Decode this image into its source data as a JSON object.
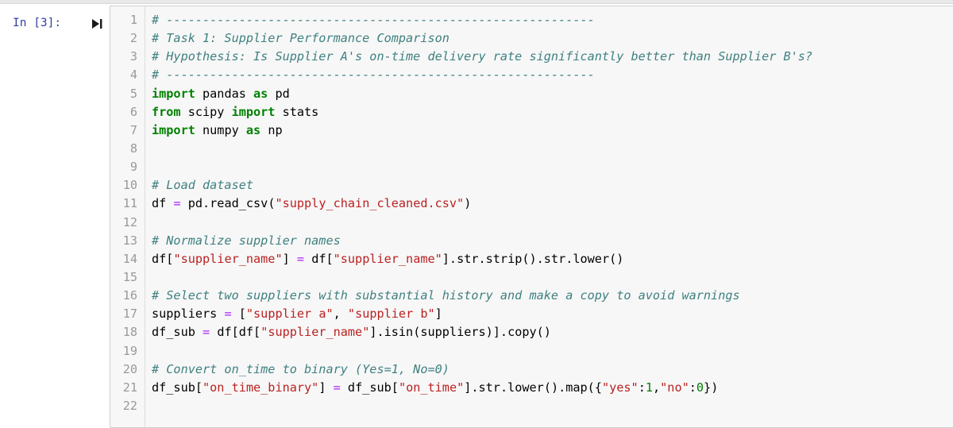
{
  "cell": {
    "prompt": "In [3]:",
    "run_icon": "run-step-icon"
  },
  "code_lines": [
    {
      "n": "1",
      "tokens": [
        {
          "t": "# -----------------------------------------------------------",
          "c": "comment"
        }
      ]
    },
    {
      "n": "2",
      "tokens": [
        {
          "t": "# Task 1: Supplier Performance Comparison",
          "c": "comment"
        }
      ]
    },
    {
      "n": "3",
      "tokens": [
        {
          "t": "# Hypothesis: Is Supplier A's on-time delivery rate significantly better than Supplier B's?",
          "c": "comment"
        }
      ]
    },
    {
      "n": "4",
      "tokens": [
        {
          "t": "# -----------------------------------------------------------",
          "c": "comment"
        }
      ]
    },
    {
      "n": "5",
      "tokens": [
        {
          "t": "import",
          "c": "kw"
        },
        {
          "t": " pandas ",
          "c": ""
        },
        {
          "t": "as",
          "c": "kw"
        },
        {
          "t": " pd",
          "c": ""
        }
      ]
    },
    {
      "n": "6",
      "tokens": [
        {
          "t": "from",
          "c": "kw"
        },
        {
          "t": " scipy ",
          "c": ""
        },
        {
          "t": "import",
          "c": "kw"
        },
        {
          "t": " stats",
          "c": ""
        }
      ]
    },
    {
      "n": "7",
      "tokens": [
        {
          "t": "import",
          "c": "kw"
        },
        {
          "t": " numpy ",
          "c": ""
        },
        {
          "t": "as",
          "c": "kw"
        },
        {
          "t": " np",
          "c": ""
        }
      ]
    },
    {
      "n": "8",
      "tokens": []
    },
    {
      "n": "9",
      "tokens": []
    },
    {
      "n": "10",
      "tokens": [
        {
          "t": "# Load dataset",
          "c": "comment"
        }
      ]
    },
    {
      "n": "11",
      "tokens": [
        {
          "t": "df ",
          "c": ""
        },
        {
          "t": "=",
          "c": "op"
        },
        {
          "t": " pd.read_csv(",
          "c": ""
        },
        {
          "t": "\"supply_chain_cleaned.csv\"",
          "c": "str"
        },
        {
          "t": ")",
          "c": ""
        }
      ]
    },
    {
      "n": "12",
      "tokens": []
    },
    {
      "n": "13",
      "tokens": [
        {
          "t": "# Normalize supplier names",
          "c": "comment"
        }
      ]
    },
    {
      "n": "14",
      "tokens": [
        {
          "t": "df[",
          "c": ""
        },
        {
          "t": "\"supplier_name\"",
          "c": "str"
        },
        {
          "t": "] ",
          "c": ""
        },
        {
          "t": "=",
          "c": "op"
        },
        {
          "t": " df[",
          "c": ""
        },
        {
          "t": "\"supplier_name\"",
          "c": "str"
        },
        {
          "t": "].str.strip().str.lower()",
          "c": ""
        }
      ]
    },
    {
      "n": "15",
      "tokens": []
    },
    {
      "n": "16",
      "tokens": [
        {
          "t": "# Select two suppliers with substantial history and make a copy to avoid warnings",
          "c": "comment"
        }
      ]
    },
    {
      "n": "17",
      "tokens": [
        {
          "t": "suppliers ",
          "c": ""
        },
        {
          "t": "=",
          "c": "op"
        },
        {
          "t": " [",
          "c": ""
        },
        {
          "t": "\"supplier a\"",
          "c": "str"
        },
        {
          "t": ", ",
          "c": ""
        },
        {
          "t": "\"supplier b\"",
          "c": "str"
        },
        {
          "t": "]",
          "c": ""
        }
      ]
    },
    {
      "n": "18",
      "tokens": [
        {
          "t": "df_sub ",
          "c": ""
        },
        {
          "t": "=",
          "c": "op"
        },
        {
          "t": " df[df[",
          "c": ""
        },
        {
          "t": "\"supplier_name\"",
          "c": "str"
        },
        {
          "t": "].isin(suppliers)].copy()",
          "c": ""
        }
      ]
    },
    {
      "n": "19",
      "tokens": []
    },
    {
      "n": "20",
      "tokens": [
        {
          "t": "# Convert on_time to binary (Yes=1, No=0)",
          "c": "comment"
        }
      ]
    },
    {
      "n": "21",
      "tokens": [
        {
          "t": "df_sub[",
          "c": ""
        },
        {
          "t": "\"on_time_binary\"",
          "c": "str"
        },
        {
          "t": "] ",
          "c": ""
        },
        {
          "t": "=",
          "c": "op"
        },
        {
          "t": " df_sub[",
          "c": ""
        },
        {
          "t": "\"on_time\"",
          "c": "str"
        },
        {
          "t": "].str.lower().map({",
          "c": ""
        },
        {
          "t": "\"yes\"",
          "c": "str"
        },
        {
          "t": ":",
          "c": ""
        },
        {
          "t": "1",
          "c": "num"
        },
        {
          "t": ",",
          "c": ""
        },
        {
          "t": "\"no\"",
          "c": "str"
        },
        {
          "t": ":",
          "c": ""
        },
        {
          "t": "0",
          "c": "num"
        },
        {
          "t": "})",
          "c": ""
        }
      ]
    },
    {
      "n": "22",
      "tokens": []
    }
  ]
}
